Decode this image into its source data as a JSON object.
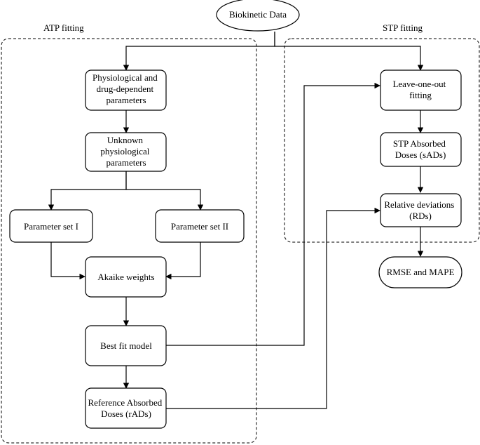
{
  "groups": {
    "atp": "ATP fitting",
    "stp": "STP fitting"
  },
  "nodes": {
    "biokinetic": [
      "Biokinetic Data"
    ],
    "physio_dd": [
      "Physiological and",
      "drug-dependent",
      "parameters"
    ],
    "unknown": [
      "Unknown",
      "physiological",
      "parameters"
    ],
    "set1": [
      "Parameter set I"
    ],
    "set2": [
      "Parameter set II"
    ],
    "akaike": [
      "Akaike weights"
    ],
    "bestfit": [
      "Best fit model"
    ],
    "rads": [
      "Reference Absorbed",
      "Doses (rADs)"
    ],
    "loo": [
      "Leave-one-out",
      "fitting"
    ],
    "sads": [
      "STP Absorbed",
      "Doses (sADs)"
    ],
    "rds": [
      "Relative deviations",
      "(RDs)"
    ],
    "rmse": [
      "RMSE and MAPE"
    ]
  },
  "colors": {
    "stroke": "#000000",
    "background": "#ffffff"
  }
}
